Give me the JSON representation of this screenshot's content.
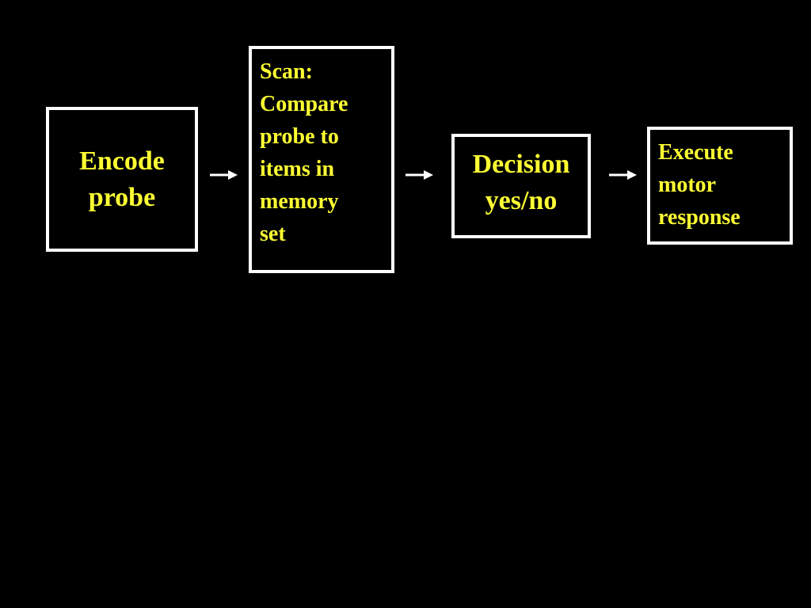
{
  "diagram": {
    "steps": [
      {
        "id": "encode",
        "text": "Encode\nprobe"
      },
      {
        "id": "scan",
        "text": "Scan:\nCompare\nprobe to\nitems in\nmemory\nset"
      },
      {
        "id": "decision",
        "text": "Decision\nyes/no"
      },
      {
        "id": "execute",
        "text": "Execute\nmotor\nresponse"
      }
    ],
    "colors": {
      "background": "#000000",
      "box_border": "#ffffff",
      "text": "#ffff33",
      "arrow": "#ffffff"
    }
  }
}
